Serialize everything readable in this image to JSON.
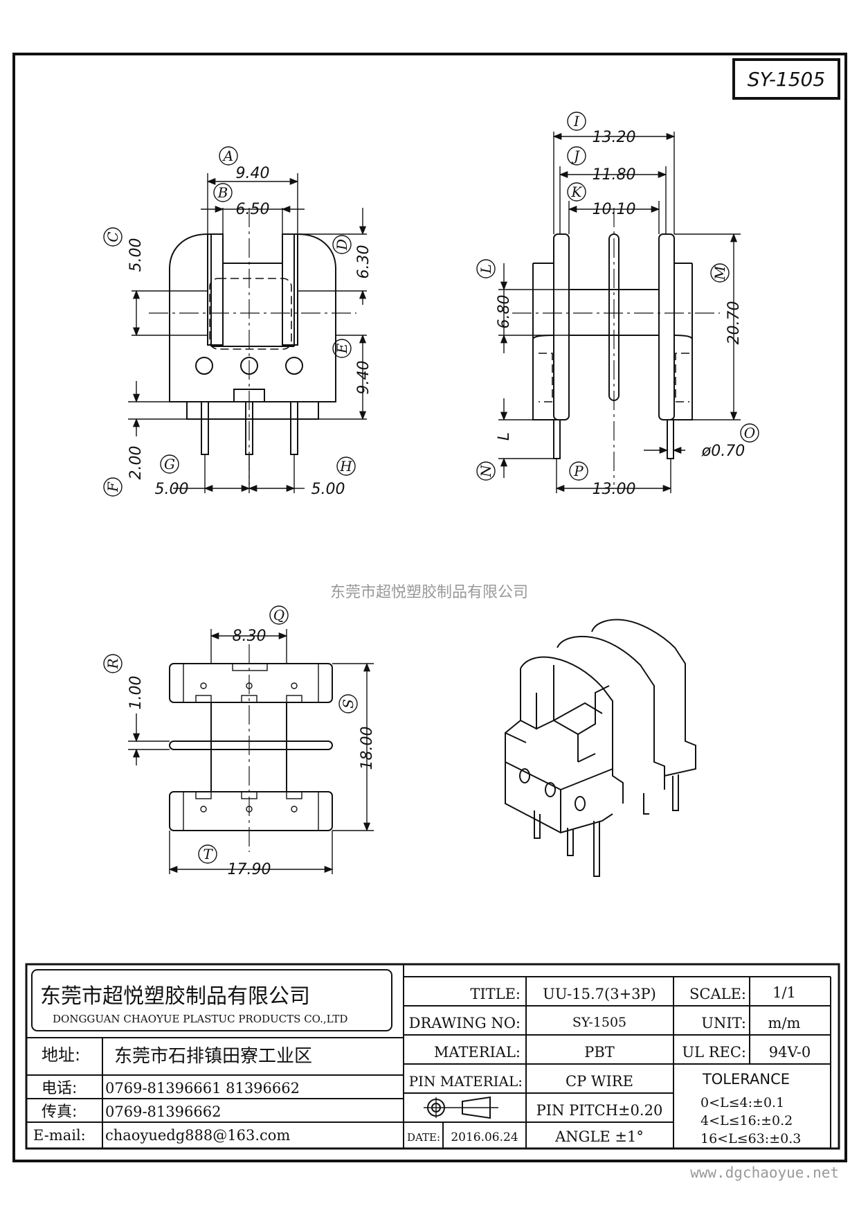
{
  "part_no": "SY-1505",
  "watermark": "东莞市超悦塑胶制品有限公司",
  "website": "www.dgchaoyue.net",
  "front_view": {
    "A": {
      "label": "A",
      "value": "9.40"
    },
    "B": {
      "label": "B",
      "value": "6.50"
    },
    "C": {
      "label": "C",
      "value": "5.00"
    },
    "D": {
      "label": "D",
      "value": "6.30"
    },
    "E": {
      "label": "E",
      "value": "9.40"
    },
    "F": {
      "label": "F",
      "value": "2.00"
    },
    "G": {
      "label": "G",
      "value": "5.00"
    },
    "H": {
      "label": "H",
      "value": "5.00"
    }
  },
  "side_view": {
    "I": {
      "label": "I",
      "value": "13.20"
    },
    "J": {
      "label": "J",
      "value": "11.80"
    },
    "K": {
      "label": "K",
      "value": "10.10"
    },
    "L": {
      "label": "L",
      "value": "6.80"
    },
    "L2": {
      "label": "",
      "value": "L"
    },
    "M": {
      "label": "M",
      "value": "20.70"
    },
    "N": {
      "label": "N",
      "value": ""
    },
    "O": {
      "label": "O",
      "value": "ø0.70"
    },
    "P": {
      "label": "P",
      "value": "13.00"
    }
  },
  "bottom_view": {
    "Q": {
      "label": "Q",
      "value": "8.30"
    },
    "R": {
      "label": "R",
      "value": "1.00"
    },
    "S": {
      "label": "S",
      "value": "18.00"
    },
    "T": {
      "label": "T",
      "value": "17.90"
    }
  },
  "title_block": {
    "company_cn": "东莞市超悦塑胶制品有限公司",
    "company_en": "DONGGUAN CHAOYUE PLASTUC PRODUCTS CO.,LTD",
    "address_label": "地址:",
    "address": "东莞市石排镇田寮工业区",
    "phone_label": "电话:",
    "phone": "0769-81396661  81396662",
    "fax_label": "传真:",
    "fax": "0769-81396662",
    "email_label": "E-mail:",
    "email": "chaoyuedg888@163.com",
    "title_label": "TITLE:",
    "title_value": "UU-15.7(3+3P)",
    "drawing_no_label": "DRAWING NO:",
    "drawing_no_value": "SY-1505",
    "material_label": "MATERIAL:",
    "material_value": "PBT",
    "pin_material_label": "PIN MATERIAL:",
    "pin_material_value": "CP WIRE",
    "pin_pitch": "PIN PITCH±0.20",
    "date_label": "DATE:",
    "date_value": "2016.06.24",
    "angle": "ANGLE  ±1°",
    "scale_label": "SCALE:",
    "scale_value": "1/1",
    "unit_label": "UNIT:",
    "unit_value": "m/m",
    "ul_label": "UL REC:",
    "ul_value": "94V-0",
    "tolerance_label": "TOLERANCE",
    "tolerances": [
      "0<L≤4:±0.1",
      "4<L≤16:±0.2",
      "16<L≤63:±0.3"
    ]
  }
}
